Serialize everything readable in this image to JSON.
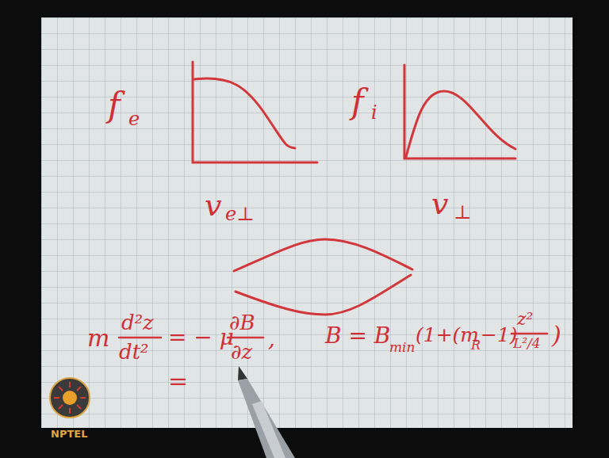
{
  "diagram": {
    "labels": [
      "f",
      "e",
      "f",
      "i",
      "v",
      "e⊥",
      "v",
      "⊥",
      "m",
      "d²z",
      "dt²",
      "= − μ",
      "∂B",
      "∂z",
      ",",
      "B = B",
      "min",
      "(1+(m",
      "R",
      "−1)",
      "z²",
      "L²/4",
      ")",
      "=",
      "NPTEL"
    ]
  }
}
